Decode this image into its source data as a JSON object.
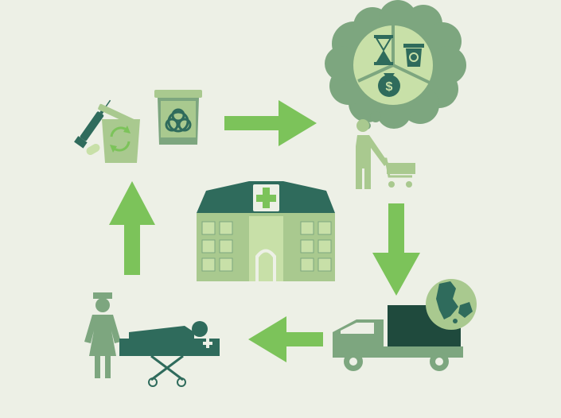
{
  "palette": {
    "background": "#edf0e6",
    "arrow_green": "#7cc35a",
    "dark_teal": "#2f6b5c",
    "mid_green": "#7da67f",
    "light_green": "#a9c98f",
    "pale_green": "#c8e0a8",
    "deep_green": "#1f4a3d"
  },
  "nodes": [
    {
      "icon": "hospital-icon"
    },
    {
      "icon": "medical-waste-disposal-icon"
    },
    {
      "icon": "thought-cloud-cost-time-waste-icon"
    },
    {
      "icon": "shopper-with-cart-icon"
    },
    {
      "icon": "delivery-truck-denmark-map-icon"
    },
    {
      "icon": "nurse-and-patient-stretcher-icon"
    }
  ],
  "flow": [
    "right",
    "down",
    "left",
    "up"
  ],
  "labels": {
    "hospital_cross": "+",
    "stretcher_cross": "+",
    "money_symbol": "$"
  }
}
